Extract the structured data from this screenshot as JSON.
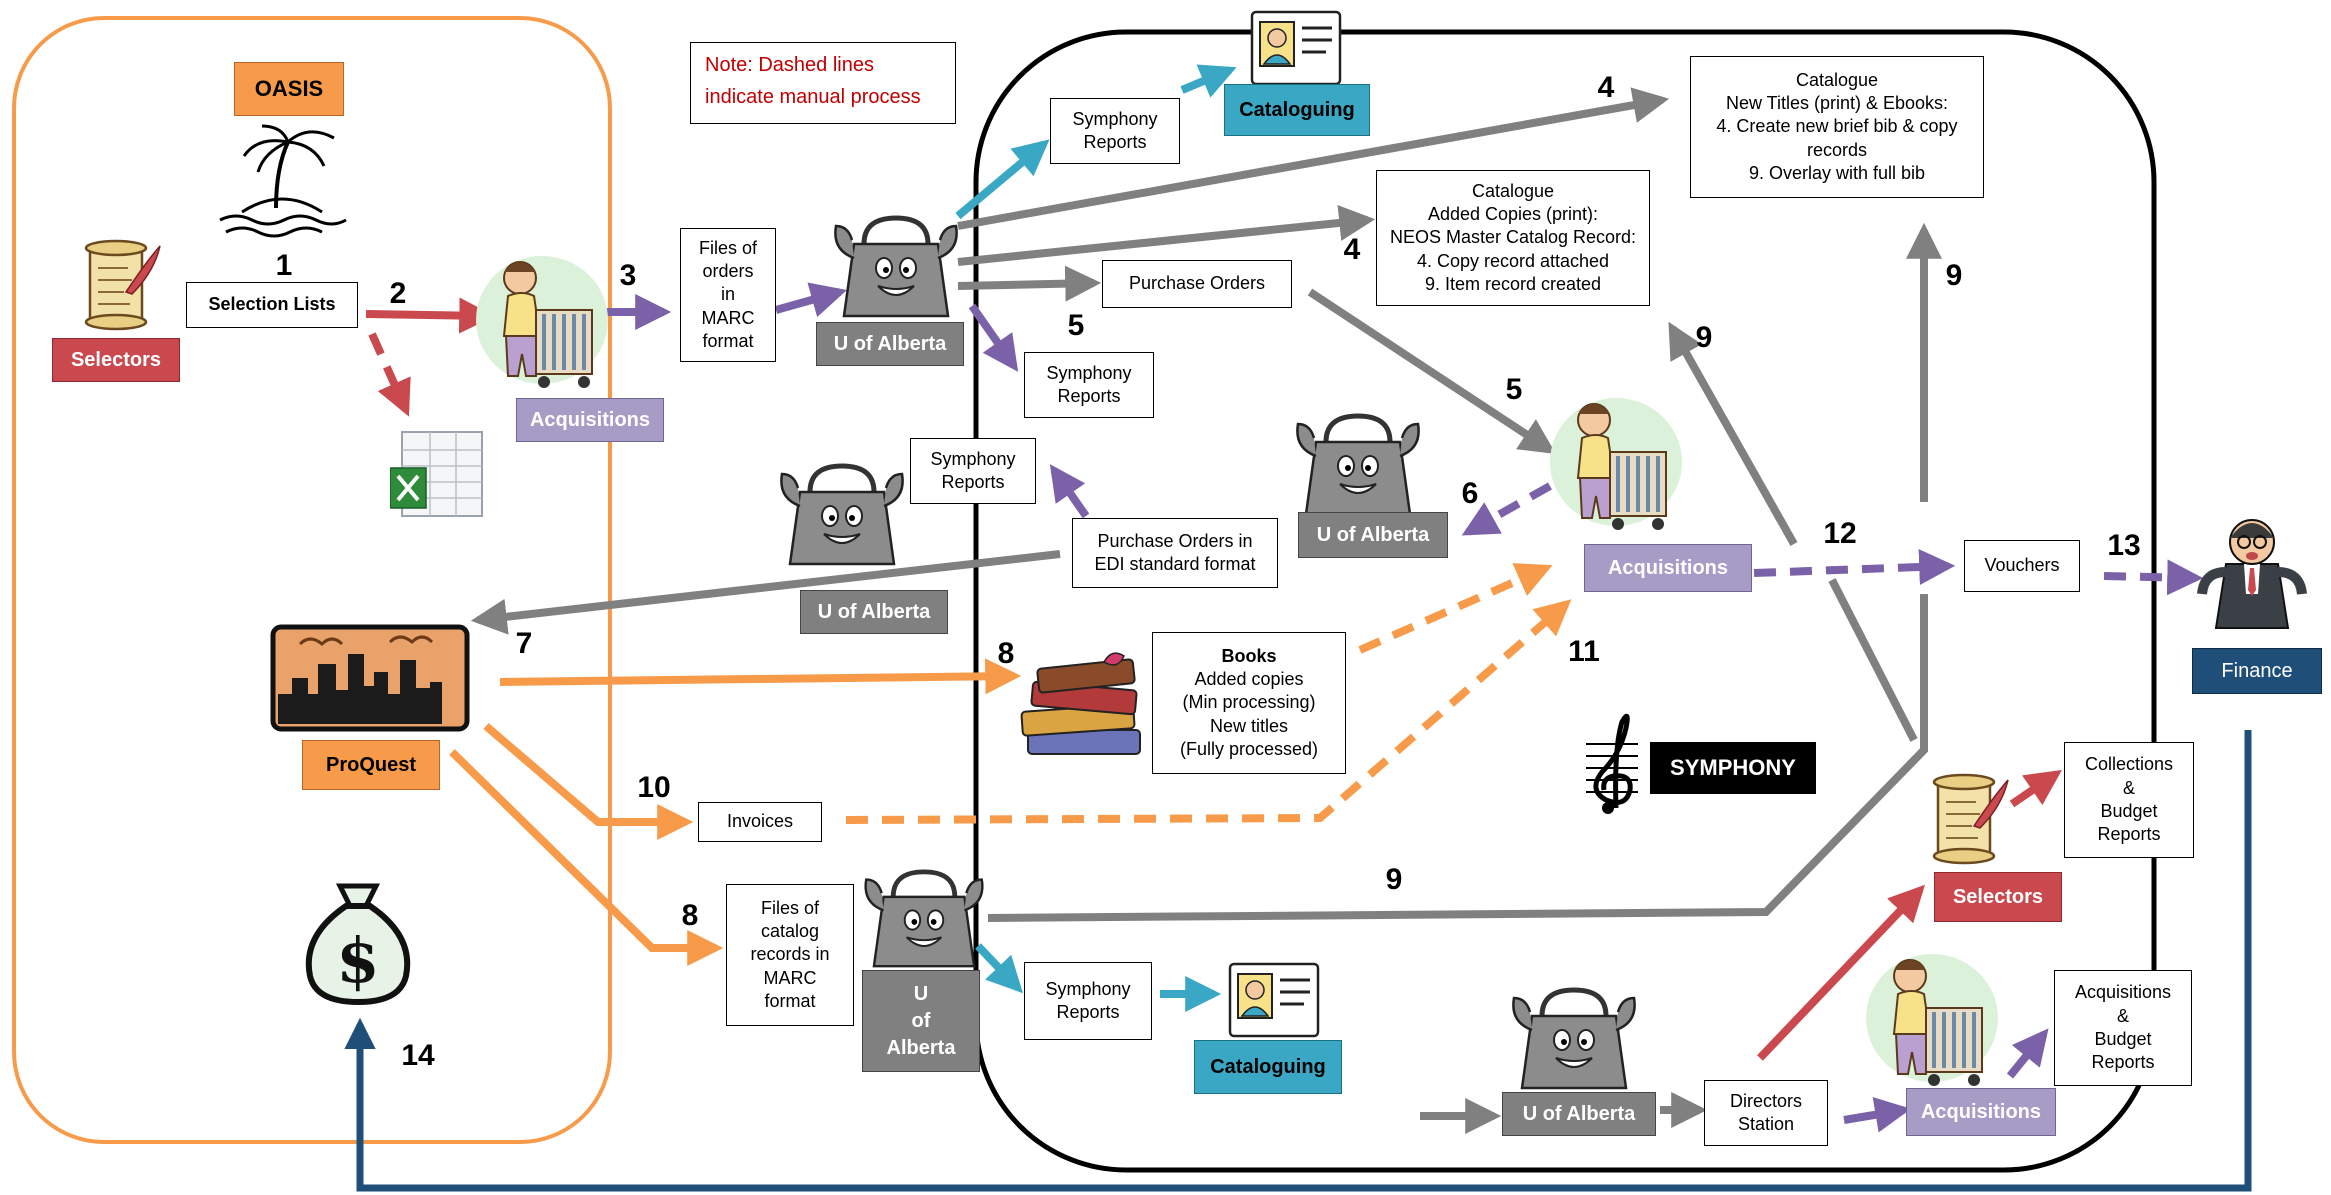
{
  "note": "Note: Dashed lines\nindicate manual process",
  "labels": {
    "oasis": "OASIS",
    "selectors_left": "Selectors",
    "acquisitions_top": "Acquisitions",
    "ualberta_top": "U of Alberta",
    "ualberta_left": "U of Alberta",
    "ualberta_mid": "U of Alberta",
    "ualberta_lower": "U\nof\nAlberta",
    "ualberta_bottom": "U of Alberta",
    "cataloguing_top": "Cataloguing",
    "cataloguing_bottom": "Cataloguing",
    "acquisitions_mid": "Acquisitions",
    "acquisitions_bottom": "Acquisitions",
    "proquest": "ProQuest",
    "finance": "Finance",
    "selectors_right": "Selectors",
    "symphony": "SYMPHONY"
  },
  "boxes": {
    "selection_lists": "Selection Lists",
    "files_of_orders": "Files of\norders\nin\nMARC\nformat",
    "symphony_reports_1": "Symphony\nReports",
    "symphony_reports_2": "Symphony\nReports",
    "symphony_reports_3": "Symphony\nReports",
    "symphony_reports_4": "Symphony\nReports",
    "purchase_orders": "Purchase Orders",
    "purchase_orders_edi": "Purchase Orders in\nEDI standard format",
    "catalogue_new": "Catalogue\nNew Titles (print) & Ebooks:\n4.  Create new brief bib & copy\nrecords\n9. Overlay with full bib",
    "catalogue_added": "Catalogue\nAdded Copies (print):\nNEOS Master Catalog Record:\n4. Copy record attached\n9. Item record created",
    "books_title": "Books",
    "books_body": "Added copies\n(Min processing)\nNew titles\n(Fully processed)",
    "invoices": "Invoices",
    "files_of_catalog": "Files of\ncatalog\nrecords in\nMARC\nformat",
    "vouchers": "Vouchers",
    "collections_reports": "Collections\n&\nBudget\nReports",
    "acquisitions_reports": "Acquisitions\n&\nBudget\nReports",
    "directors_station": "Directors\nStation"
  },
  "numbers": {
    "n1": "1",
    "n2": "2",
    "n3": "3",
    "n4a": "4",
    "n4b": "4",
    "n5a": "5",
    "n5b": "5",
    "n6": "6",
    "n7": "7",
    "n8a": "8",
    "n8b": "8",
    "n9a": "9",
    "n9b": "9",
    "n9c": "9",
    "n10": "10",
    "n11": "11",
    "n12": "12",
    "n13": "13",
    "n14": "14"
  },
  "colors": {
    "orange": "#f79b4a",
    "grey": "#808080",
    "purple": "#7b62a8",
    "teal": "#3aa8c4",
    "red": "#c9494f",
    "navy": "#1f4e79",
    "symphony_outline": "#000000",
    "oasis_outline": "#f79b4a"
  },
  "icons": [
    "palm-island-icon",
    "scroll-quill-icon",
    "spreadsheet-icon",
    "worker-cart-icon",
    "shopping-bag-mascot-icon",
    "id-card-icon",
    "book-stack-icon",
    "city-skyline-icon",
    "money-bag-icon",
    "treble-clef-icon",
    "businessman-icon"
  ]
}
